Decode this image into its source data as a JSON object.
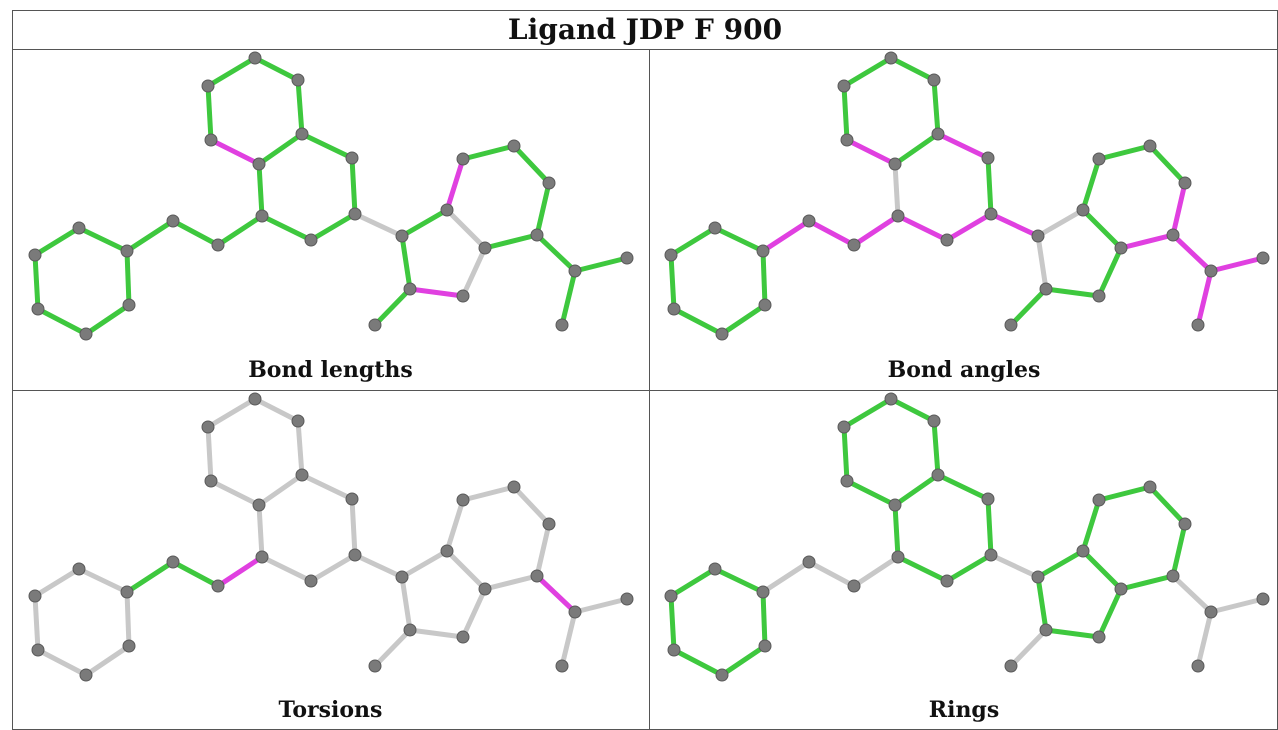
{
  "title": "Ligand JDP F 900",
  "colors": {
    "ok": "#3ec83e",
    "outlier": "#e040e0",
    "none": "#c8c8c8",
    "atom": "#7a7a7a"
  },
  "panels": [
    {
      "id": "bond-lengths",
      "caption": "Bond lengths"
    },
    {
      "id": "bond-angles",
      "caption": "Bond angles"
    },
    {
      "id": "torsions",
      "caption": "Torsions"
    },
    {
      "id": "rings",
      "caption": "Rings"
    }
  ]
}
